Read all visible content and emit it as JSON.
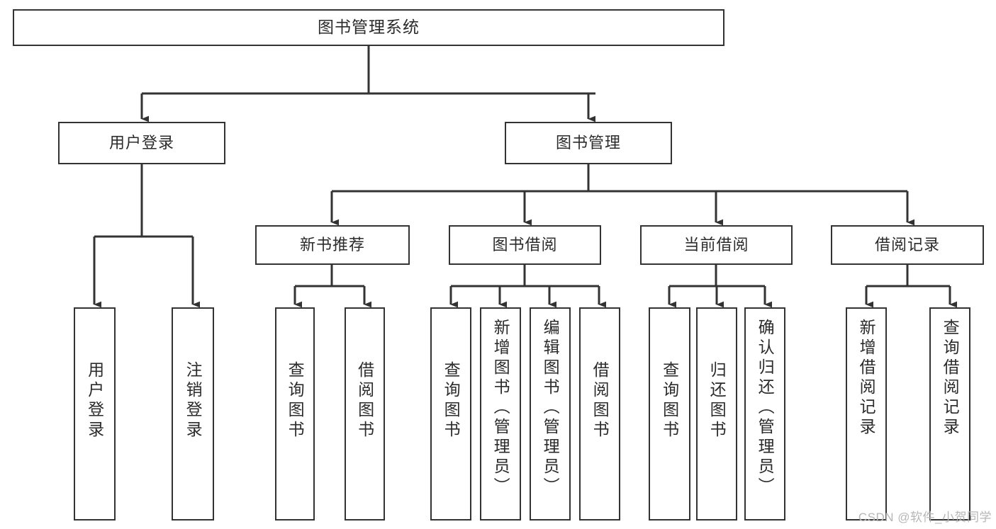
{
  "diagram": {
    "title": "图书管理系统",
    "watermark": "CSDN @软件_小贺同学",
    "colors": {
      "box_border": "#333333",
      "box_fill": "#ffffff",
      "connector": "#333333",
      "text": "#2b2b2b",
      "watermark": "#b6b6b6",
      "background": "#ffffff"
    },
    "root": {
      "label": "图书管理系统"
    },
    "level1": [
      {
        "label": "用户登录"
      },
      {
        "label": "图书管理"
      }
    ],
    "level2": [
      {
        "label": "新书推荐",
        "parent": "图书管理"
      },
      {
        "label": "图书借阅",
        "parent": "图书管理"
      },
      {
        "label": "当前借阅",
        "parent": "图书管理"
      },
      {
        "label": "借阅记录",
        "parent": "图书管理"
      }
    ],
    "leaves": {
      "user_login": [
        {
          "label": "用户登录"
        },
        {
          "label": "注销登录"
        }
      ],
      "new_book_recommend": [
        {
          "label": "查询图书"
        },
        {
          "label": "借阅图书"
        }
      ],
      "book_borrow": [
        {
          "label": "查询图书"
        },
        {
          "label": "新增图书（管理员）"
        },
        {
          "label": "编辑图书（管理员）"
        },
        {
          "label": "借阅图书"
        }
      ],
      "current_borrow": [
        {
          "label": "查询图书"
        },
        {
          "label": "归还图书"
        },
        {
          "label": "确认归还（管理员）"
        }
      ],
      "borrow_record": [
        {
          "label": "新增借阅记录"
        },
        {
          "label": "查询借阅记录"
        }
      ]
    }
  }
}
